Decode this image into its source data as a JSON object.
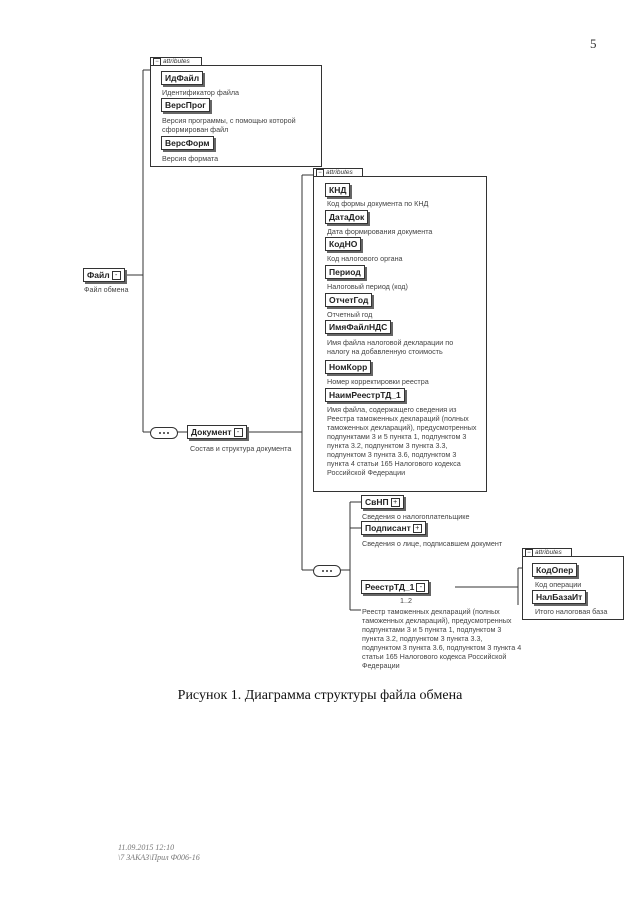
{
  "page_number": "5",
  "file_attrs": {
    "header": "attributes",
    "items": [
      {
        "name": "ИдФайл",
        "desc": "Идентификатор файла"
      },
      {
        "name": "ВерсПрог",
        "desc": "Версия программы, с помощью которой сформирован файл"
      },
      {
        "name": "ВерсФорм",
        "desc": "Версия формата"
      }
    ]
  },
  "root": {
    "name": "Файл",
    "desc": "Файл обмена"
  },
  "document": {
    "name": "Документ",
    "desc": "Состав и структура документа"
  },
  "doc_attrs": {
    "header": "attributes",
    "items": [
      {
        "name": "КНД",
        "desc": "Код формы документа по КНД"
      },
      {
        "name": "ДатаДок",
        "desc": "Дата формирования документа"
      },
      {
        "name": "КодНО",
        "desc": "Код налогового органа"
      },
      {
        "name": "Период",
        "desc": "Налоговый период (код)"
      },
      {
        "name": "ОтчетГод",
        "desc": "Отчетный год"
      },
      {
        "name": "ИмяФайлНДС",
        "desc": "Имя файла налоговой декларации по налогу на добавленную стоимость"
      },
      {
        "name": "НомКорр",
        "desc": "Номер корректировки реестра"
      },
      {
        "name": "НаимРеестрТД_1",
        "desc": "Имя файла, содержащего сведения из Реестра таможенных деклараций (полных таможенных деклараций), предусмотренных подпунктами 3 и 5 пункта 1, подпунктом 3 пункта 3.2, подпунктом 3 пункта 3.3, подпунктом 3 пункта 3.6, подпунктом 3 пункта 4 статьи 165 Налогового кодекса Российской Федерации"
      }
    ]
  },
  "children": [
    {
      "name": "СвНП",
      "desc": "Сведения о налогоплательщике"
    },
    {
      "name": "Подписант",
      "desc": "Сведения о лице, подписавшем документ"
    }
  ],
  "reestr": {
    "name": "РеестрТД_1",
    "multiplicity": "1..2",
    "desc": "Реестр таможенных деклараций (полных таможенных деклараций), предусмотренных подпунктами 3 и 5 пункта 1, подпунктом 3 пункта 3.2, подпунктом 3 пункта 3.3, подпунктом 3 пункта 3.6, подпунктом 3 пункта 4 статьи 165 Налогового кодекса Российской Федерации"
  },
  "reestr_attrs": {
    "header": "attributes",
    "items": [
      {
        "name": "КодОпер",
        "desc": "Код операции"
      },
      {
        "name": "НалБазаИт",
        "desc": "Итого налоговая база"
      }
    ]
  },
  "caption": "Рисунок 1. Диаграмма структуры файла обмена",
  "footer": [
    "11.09.2015 12:10",
    "\\7 ЗАКАЗ\\Прил Ф006-16"
  ]
}
